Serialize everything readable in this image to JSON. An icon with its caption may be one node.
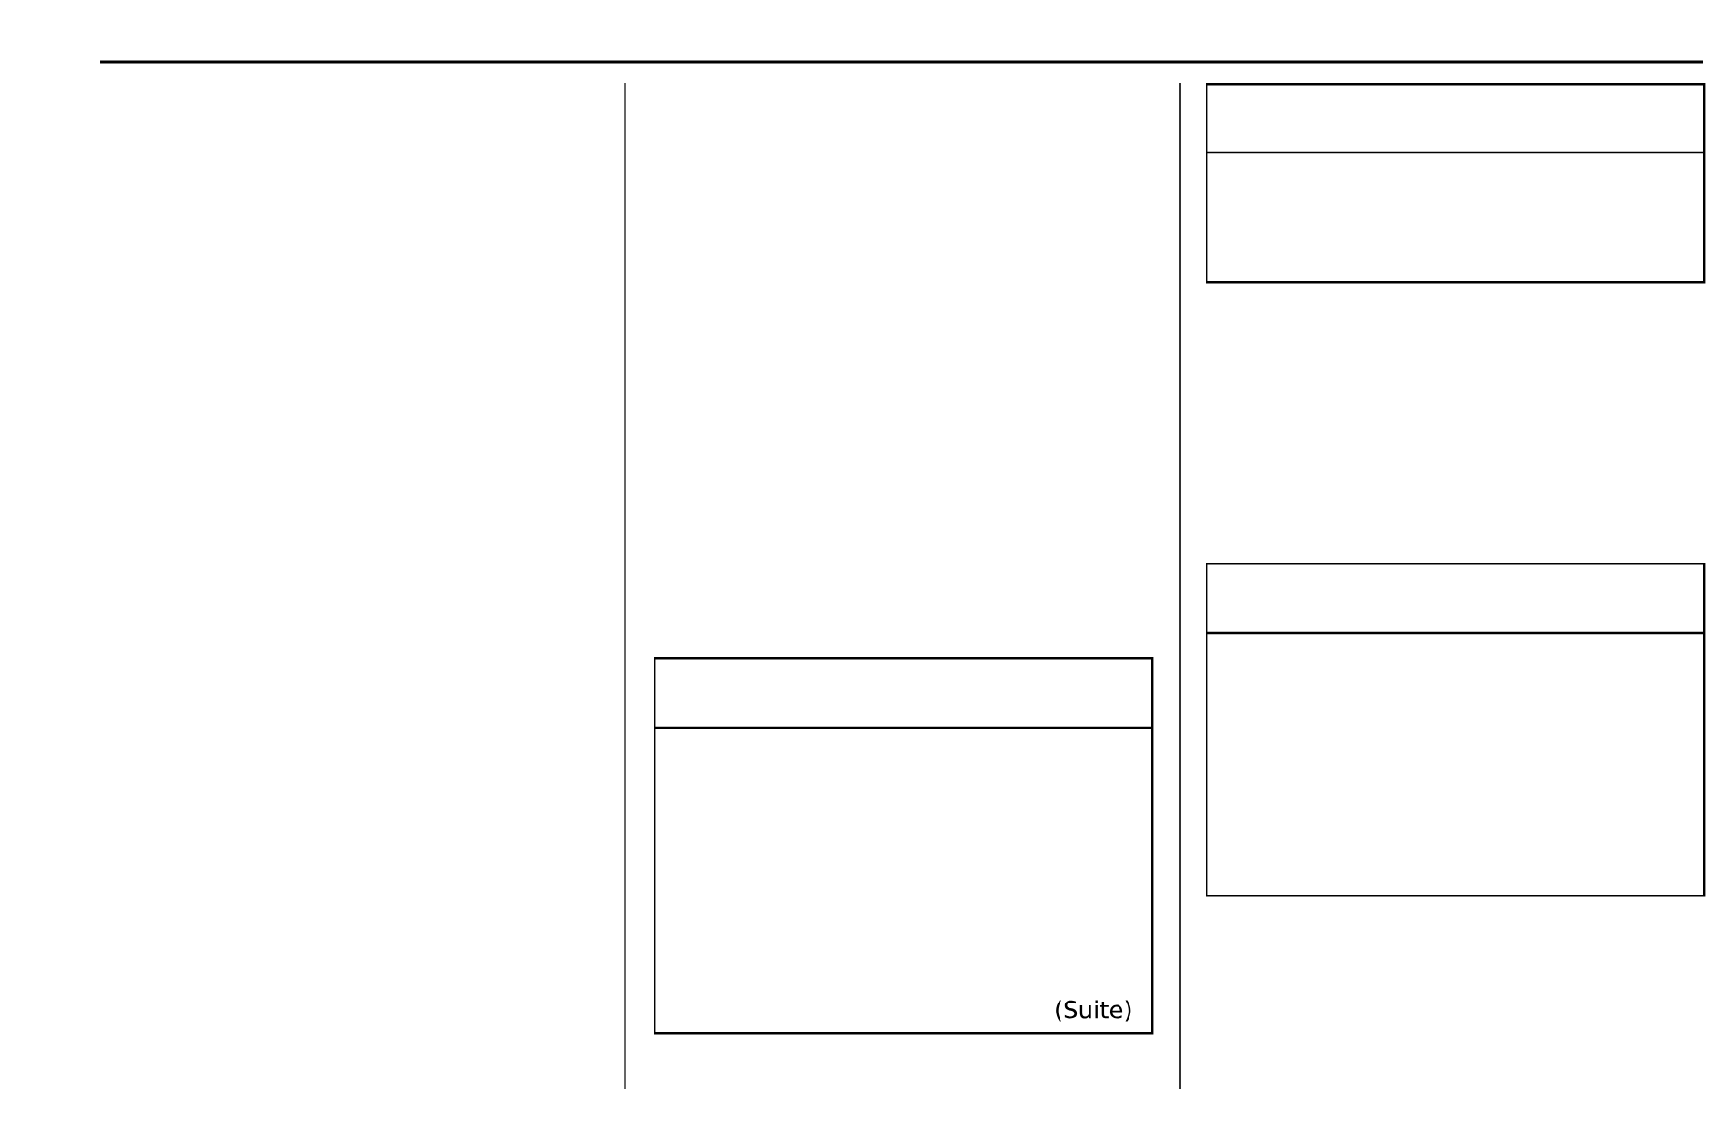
{
  "diagram": {
    "nodes": [
      {
        "text": [
          "(Suite)"
        ]
      },
      {
        "text": [],
        "shape": "box"
      },
      {
        "text": [],
        "shape": "box"
      }
    ]
  }
}
